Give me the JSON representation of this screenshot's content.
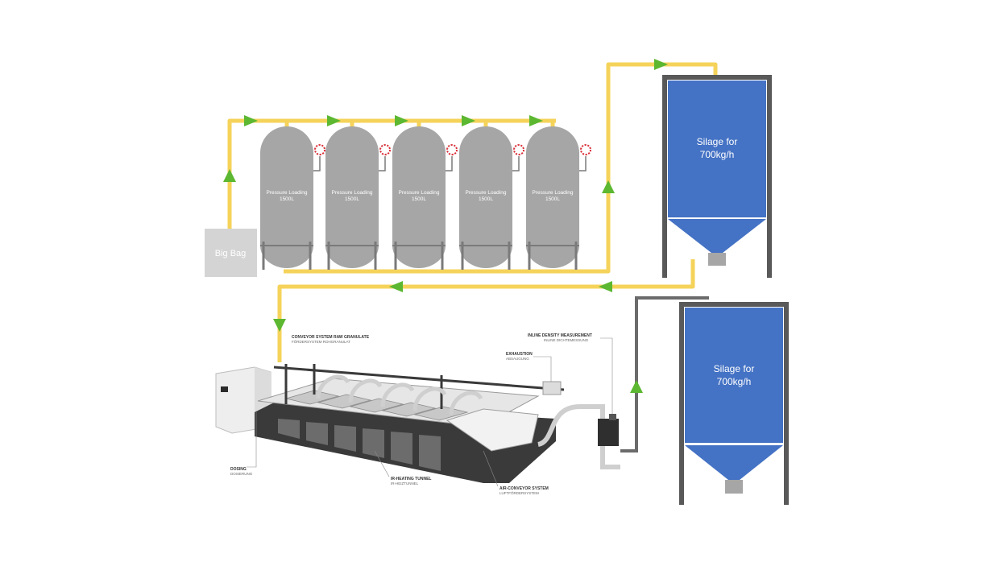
{
  "colors": {
    "conveyor_line": "#f5d35a",
    "flow_arrow": "#5cb731",
    "vessel": "#a6a6a6",
    "silo_fill": "#4472c4",
    "silo_frame": "#595959",
    "big_bag": "#d4d4d4",
    "valve": "#d9303a"
  },
  "big_bag": {
    "label": "Big Bag"
  },
  "vessels": [
    {
      "line1": "Pressure Loading",
      "line2": "1500L"
    },
    {
      "line1": "Pressure Loading",
      "line2": "1500L"
    },
    {
      "line1": "Pressure Loading",
      "line2": "1500L"
    },
    {
      "line1": "Pressure Loading",
      "line2": "1500L"
    },
    {
      "line1": "Pressure Loading",
      "line2": "1500L"
    }
  ],
  "silos": [
    {
      "line1": "Silage for",
      "line2": "700kg/h"
    },
    {
      "line1": "Silage for",
      "line2": "700kg/h"
    }
  ],
  "machine_callouts": {
    "conveyor": {
      "main": "CONVEYOR SYSTEM RAW GRANULATE",
      "sub": "FÖRDERSYSTEM ROHGRANULAT"
    },
    "density": {
      "main": "INLINE DENSITY MEASUREMENT",
      "sub": "INLINE DICHTEMESSUNG"
    },
    "exhaustion": {
      "main": "EXHAUSTION",
      "sub": "ABSAUGUNG"
    },
    "dosing": {
      "main": "DOSING",
      "sub": "DOSIERUNG"
    },
    "heating": {
      "main": "IR-HEATING TUNNEL",
      "sub": "IR-HEIZTUNNEL"
    },
    "air_conveyor": {
      "main": "AIR-CONVEYOR SYSTEM",
      "sub": "LUFTFÖRDERSYSTEM"
    }
  }
}
